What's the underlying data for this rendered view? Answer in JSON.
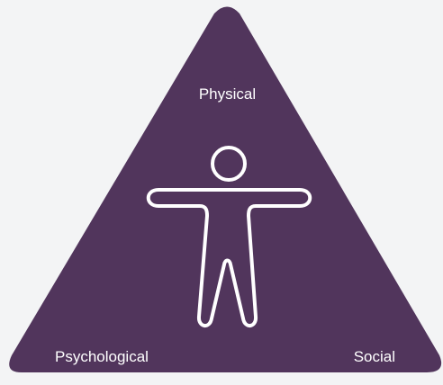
{
  "diagram": {
    "colors": {
      "background": "#f3f4f5",
      "triangle": "#51355c",
      "figure_stroke": "#ffffff"
    },
    "icon": "human-figure-icon",
    "labels": {
      "top": "Physical",
      "bottom_left": "Psychological",
      "bottom_right": "Social"
    }
  }
}
